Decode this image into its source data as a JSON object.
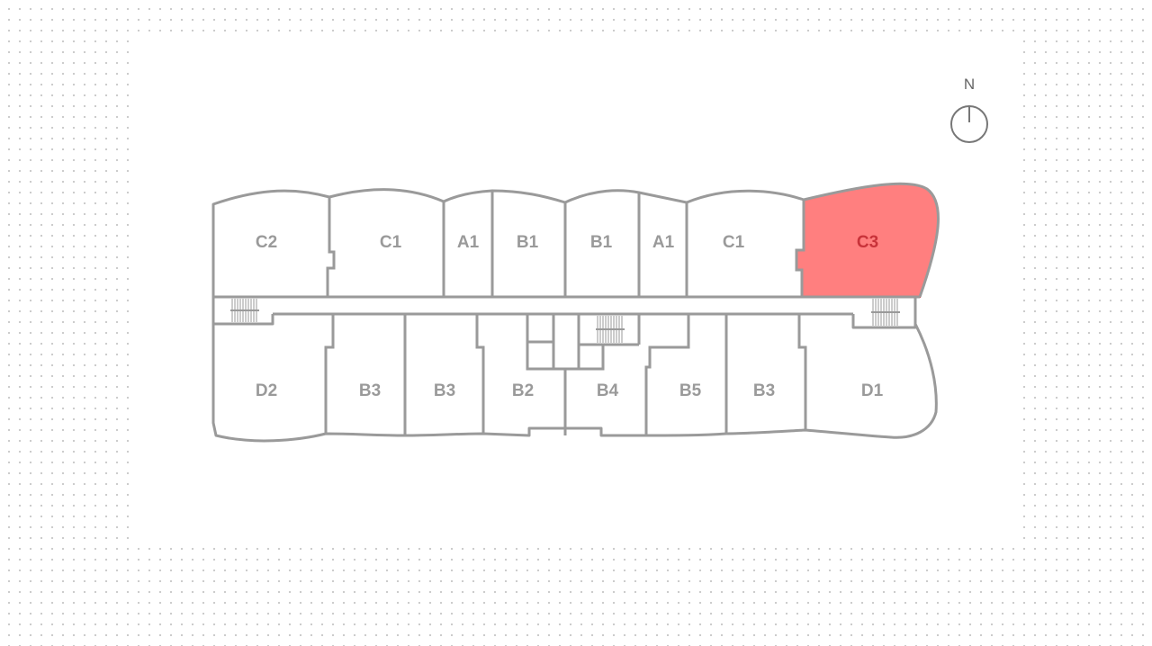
{
  "compass": {
    "label": "N",
    "icon": "north-compass-icon"
  },
  "colors": {
    "wall": "#9a9a9a",
    "selected_fill": "#ff7f7f",
    "selected_stroke": "#c8333a",
    "selected_label": "#c8333a"
  },
  "selected_unit": "C3",
  "north_units": [
    {
      "id": "n1",
      "label": "C2"
    },
    {
      "id": "n2",
      "label": "C1"
    },
    {
      "id": "n3",
      "label": "A1"
    },
    {
      "id": "n4",
      "label": "B1"
    },
    {
      "id": "n5",
      "label": "B1"
    },
    {
      "id": "n6",
      "label": "A1"
    },
    {
      "id": "n7",
      "label": "C1"
    },
    {
      "id": "n8",
      "label": "C3"
    }
  ],
  "south_units": [
    {
      "id": "s1",
      "label": "D2"
    },
    {
      "id": "s2",
      "label": "B3"
    },
    {
      "id": "s3",
      "label": "B3"
    },
    {
      "id": "s4",
      "label": "B2"
    },
    {
      "id": "s5",
      "label": "B4"
    },
    {
      "id": "s6",
      "label": "B5"
    },
    {
      "id": "s7",
      "label": "B3"
    },
    {
      "id": "s8",
      "label": "D1"
    }
  ]
}
